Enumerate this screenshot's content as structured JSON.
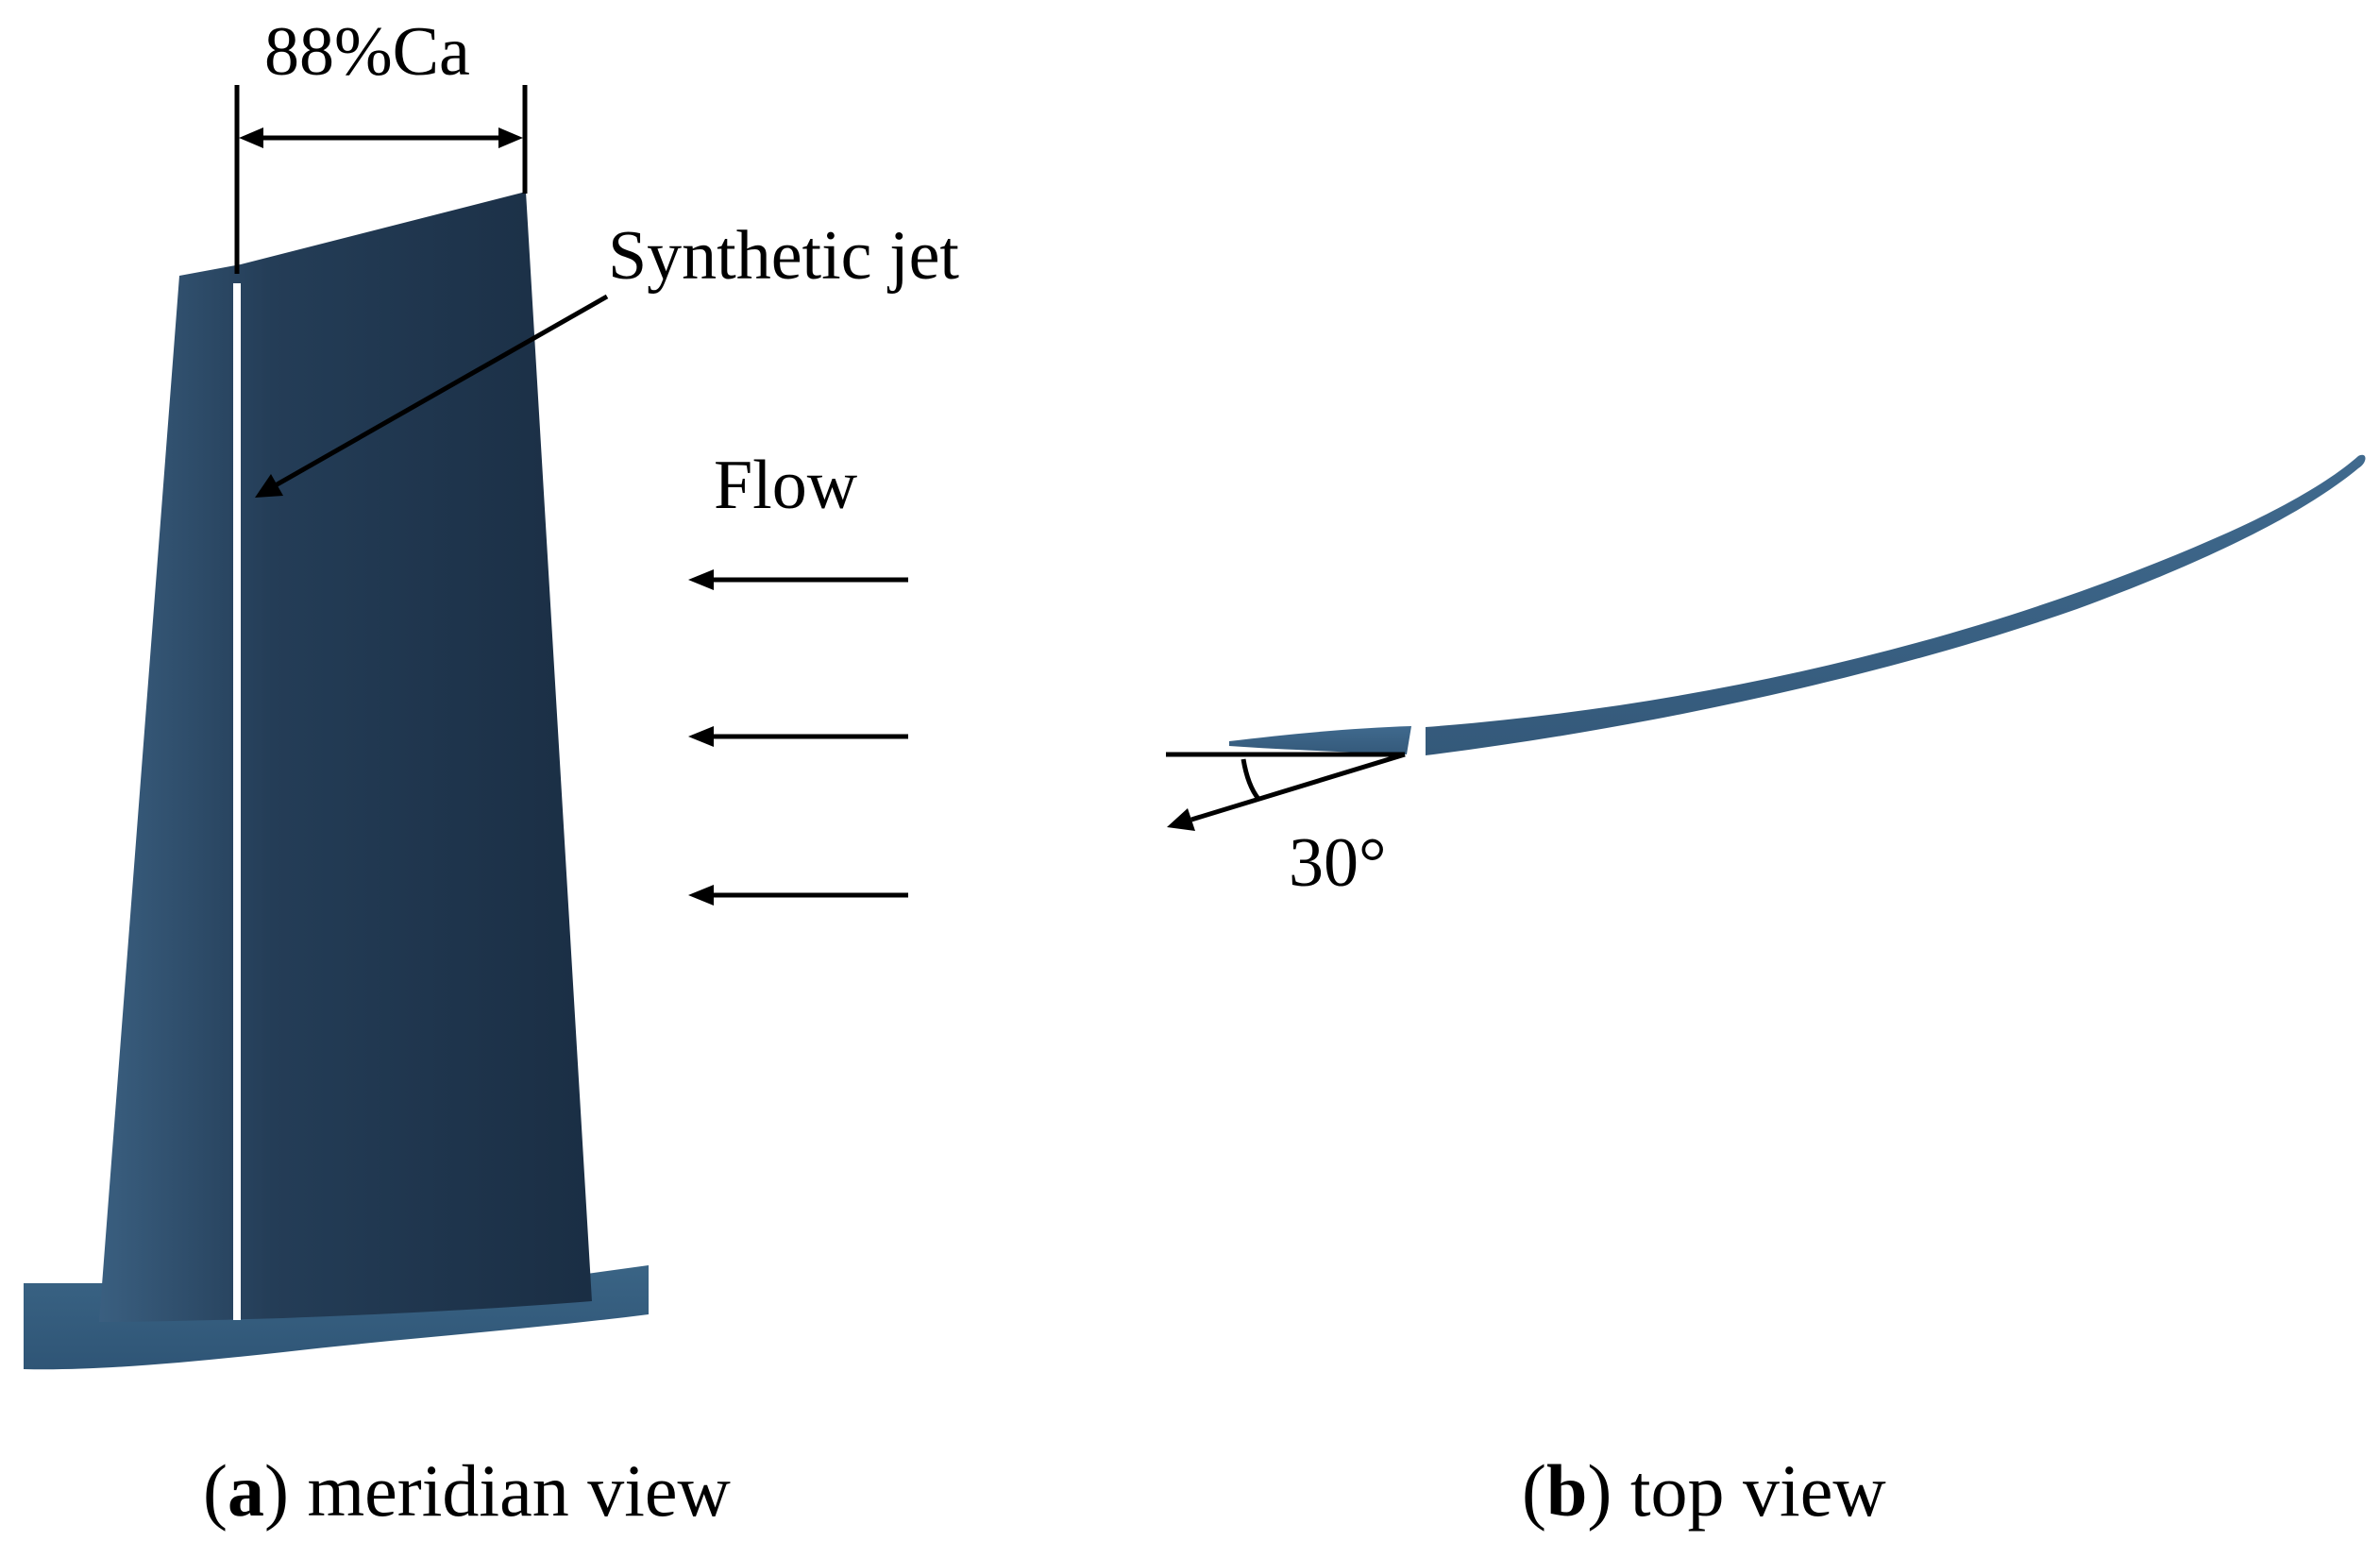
{
  "labels": {
    "dimension": "88%Ca",
    "jet": "Synthetic jet",
    "flow": "Flow",
    "angle": "30°"
  },
  "captions": {
    "a": {
      "open": "(",
      "letter": "a",
      "close": ")",
      "text": " meridian view"
    },
    "b": {
      "open": "(",
      "letter": "b",
      "close": ")",
      "text": " top view"
    }
  },
  "colors": {
    "blade_dark": "#1c3146",
    "blade_light": "#3a5f80",
    "platform": "#3d6687",
    "jet_slot": "#ffffff",
    "annotation": "#000000"
  }
}
